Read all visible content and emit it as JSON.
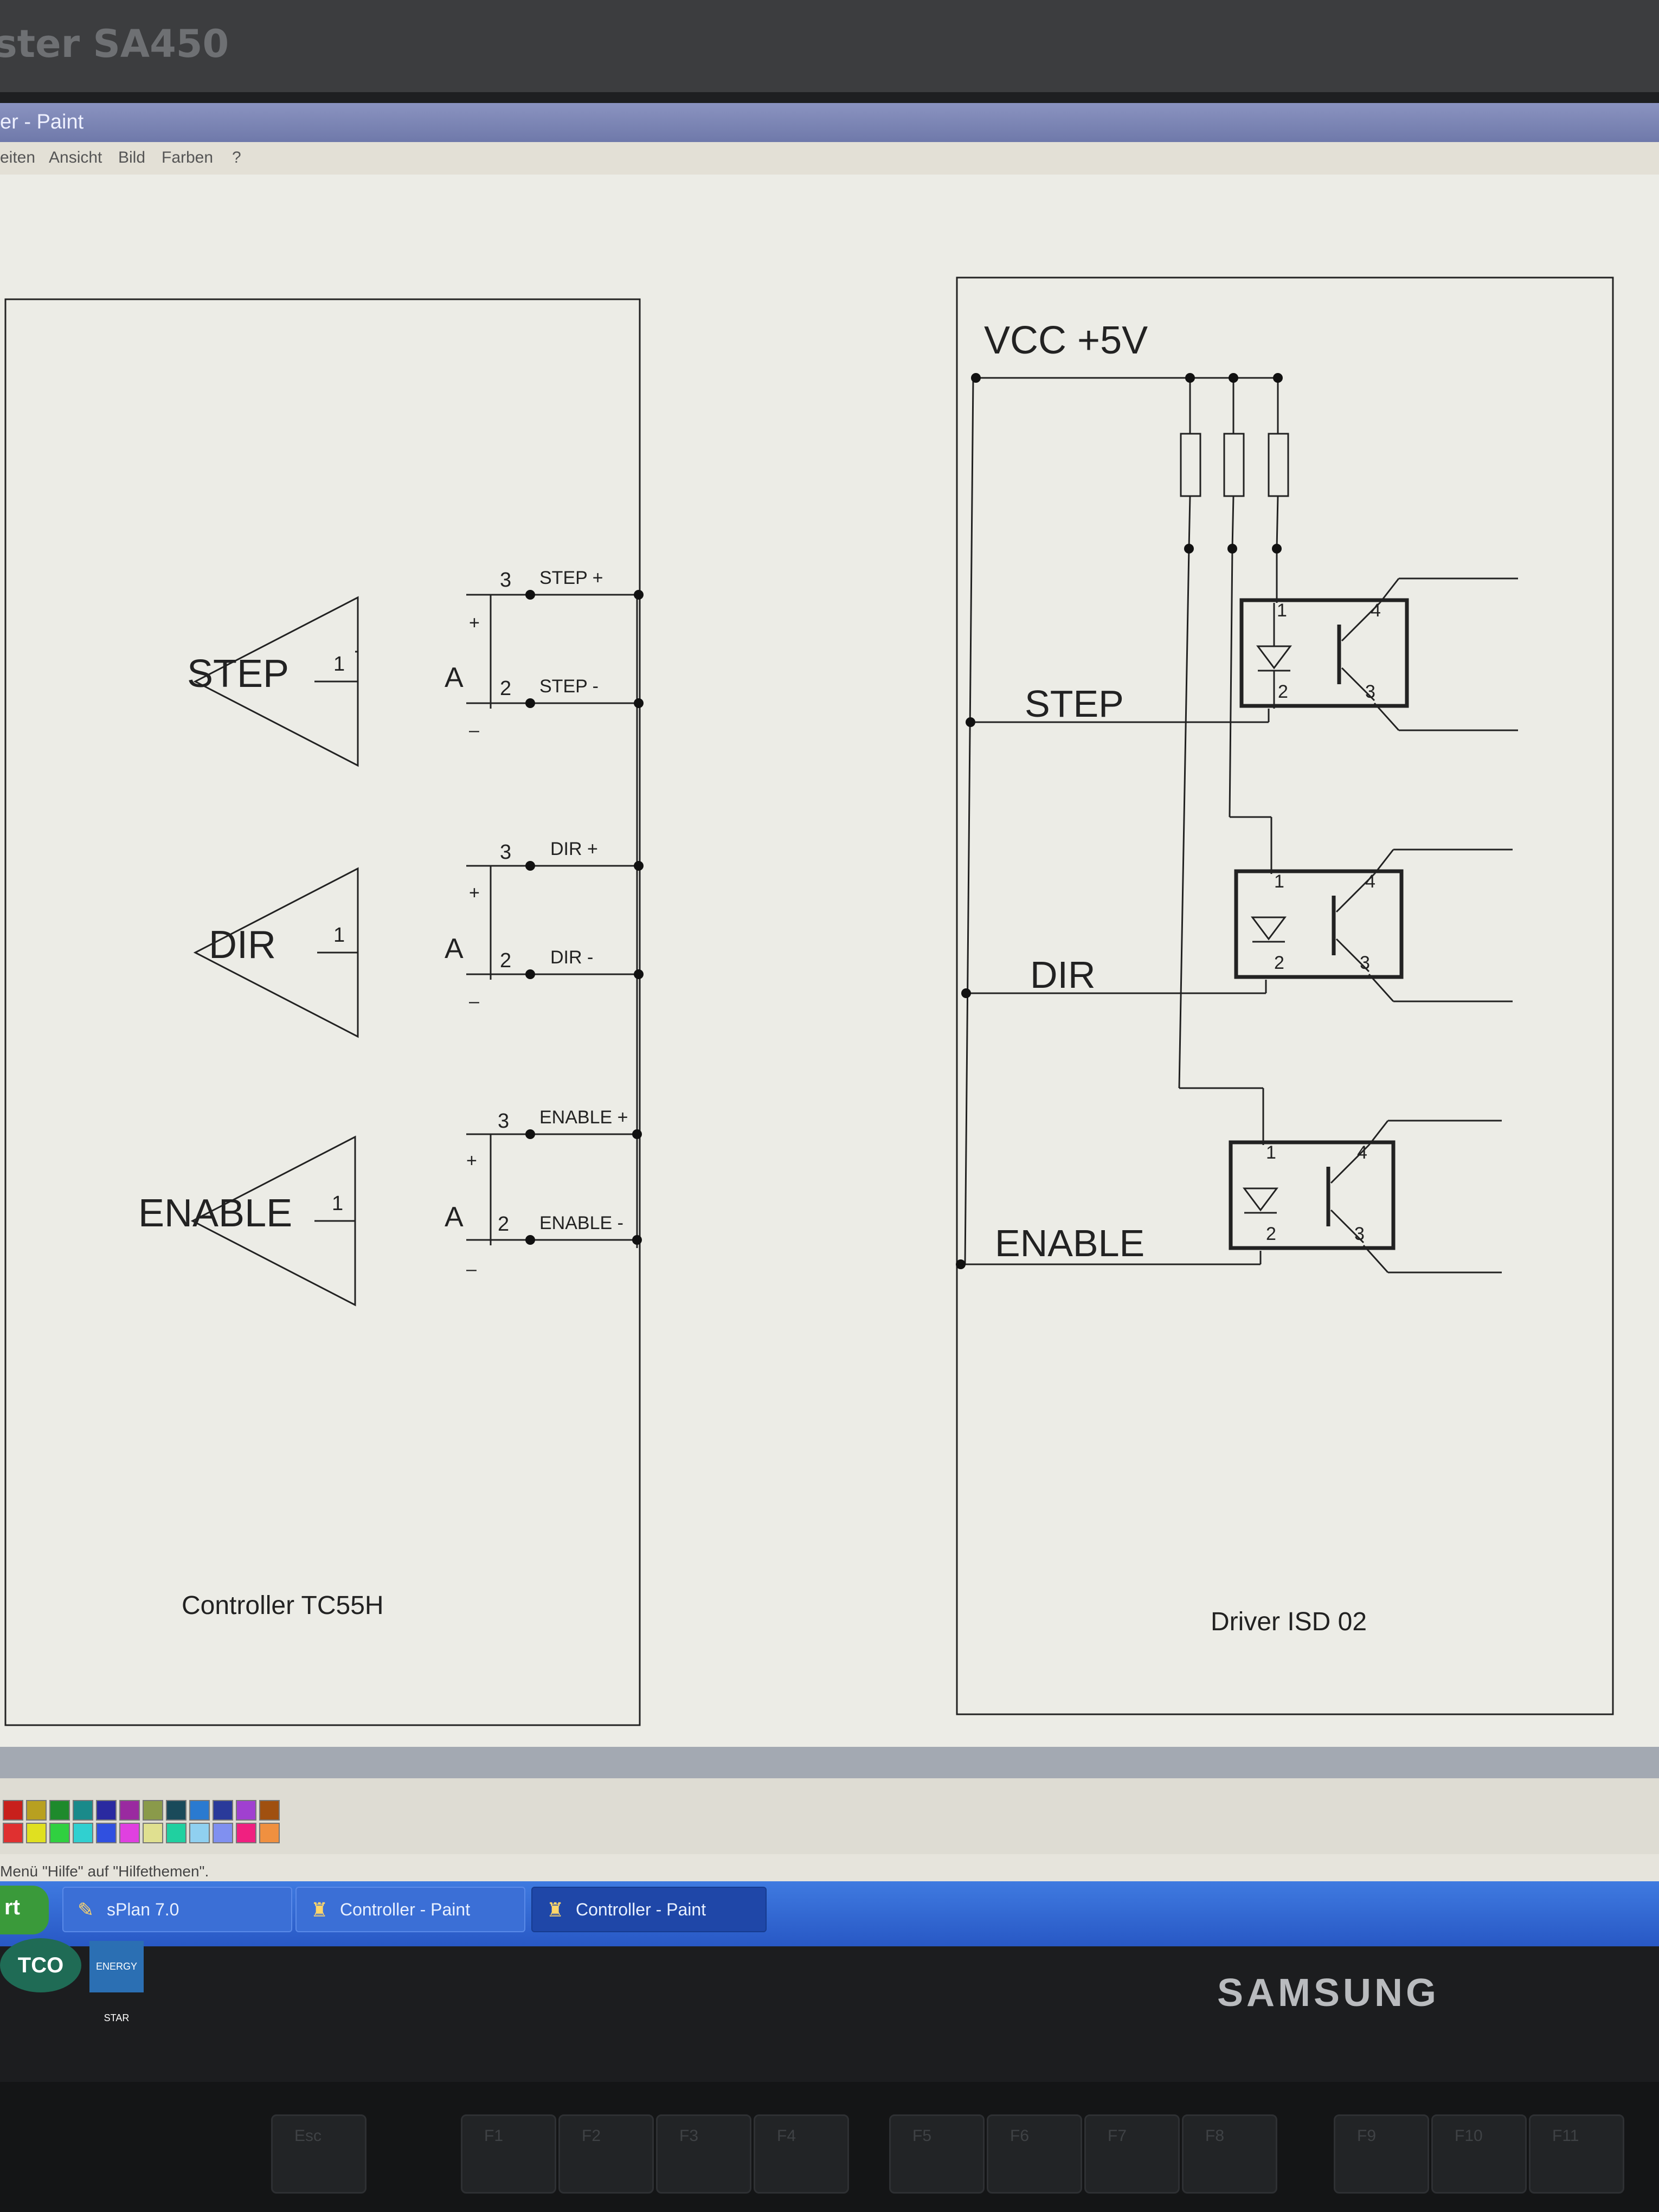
{
  "monitor": {
    "model_label": "ster SA450",
    "brand": "SAMSUNG",
    "badge_tco": "TCO",
    "badge_energy": "ENERGY STAR"
  },
  "window": {
    "title": "er - Paint"
  },
  "menubar": {
    "items": [
      "eiten",
      "Ansicht",
      "Bild",
      "Farben",
      "?"
    ]
  },
  "schematic": {
    "controller_title": "Controller TC55H",
    "driver_title": "Driver ISD 02",
    "vcc_label": "VCC +5V",
    "amp_label": "A",
    "pin1": "1",
    "pin2": "2",
    "pin3": "3",
    "pin4": "4",
    "plus": "+",
    "minus": "–",
    "channels": [
      {
        "name": "STEP",
        "pos": "STEP +",
        "neg": "STEP -"
      },
      {
        "name": "DIR",
        "pos": "DIR +",
        "neg": "DIR -"
      },
      {
        "name": "ENABLE",
        "pos": "ENABLE +",
        "neg": "ENABLE -"
      }
    ]
  },
  "palette_colors": [
    "#c8201c",
    "#b8a020",
    "#1e8a2c",
    "#1a8a8a",
    "#2a2aa0",
    "#9a2aa0",
    "#8a9a4a",
    "#1a4a5a",
    "#2a7ad0",
    "#2a3a9a",
    "#a040d0",
    "#a05010",
    "#e03030",
    "#e0e020",
    "#30d040",
    "#30d0d0",
    "#3050e0",
    "#e040e0",
    "#e0e090",
    "#20d0a0",
    "#90d0f0",
    "#8090f0",
    "#f02080",
    "#f09040"
  ],
  "statusbar": {
    "text": "Menü \"Hilfe\" auf \"Hilfethemen\"."
  },
  "taskbar": {
    "start_label": "rt",
    "buttons": [
      {
        "label": "sPlan 7.0"
      },
      {
        "label": "Controller - Paint"
      },
      {
        "label": "Controller - Paint"
      }
    ]
  },
  "keyboard": {
    "keys": [
      "Esc",
      "F1",
      "F2",
      "F3",
      "F4",
      "F5",
      "F6",
      "F7",
      "F8",
      "F9",
      "F10",
      "F11"
    ]
  }
}
